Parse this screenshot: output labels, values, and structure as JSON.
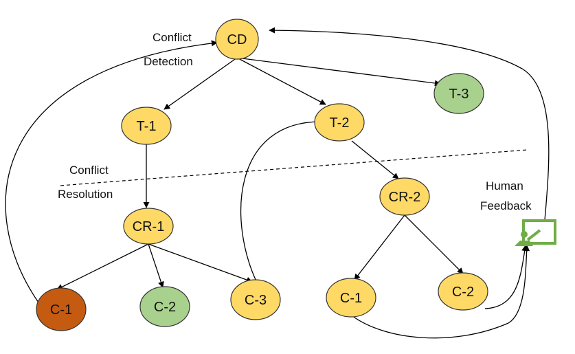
{
  "colors": {
    "yellow": "#FFD966",
    "green": "#A9D18E",
    "brown": "#C55A11",
    "icon_green": "#70AD47"
  },
  "labels": {
    "conflict_detection_1": "Conflict",
    "conflict_detection_2": "Detection",
    "conflict_resolution_1": "Conflict",
    "conflict_resolution_2": "Resolution",
    "human_feedback_1": "Human",
    "human_feedback_2": "Feedback"
  },
  "nodes": {
    "cd": {
      "label": "CD",
      "color": "yellow"
    },
    "t1": {
      "label": "T-1",
      "color": "yellow"
    },
    "t2": {
      "label": "T-2",
      "color": "yellow"
    },
    "t3": {
      "label": "T-3",
      "color": "green"
    },
    "cr1": {
      "label": "CR-1",
      "color": "yellow"
    },
    "cr2": {
      "label": "CR-2",
      "color": "yellow"
    },
    "c1_left": {
      "label": "C-1",
      "color": "brown"
    },
    "c2_left": {
      "label": "C-2",
      "color": "green"
    },
    "c3_left": {
      "label": "C-3",
      "color": "yellow"
    },
    "c1_right": {
      "label": "C-1",
      "color": "yellow"
    },
    "c2_right": {
      "label": "C-2",
      "color": "yellow"
    }
  },
  "icons": {
    "human_feedback": "presenter-board-icon"
  }
}
